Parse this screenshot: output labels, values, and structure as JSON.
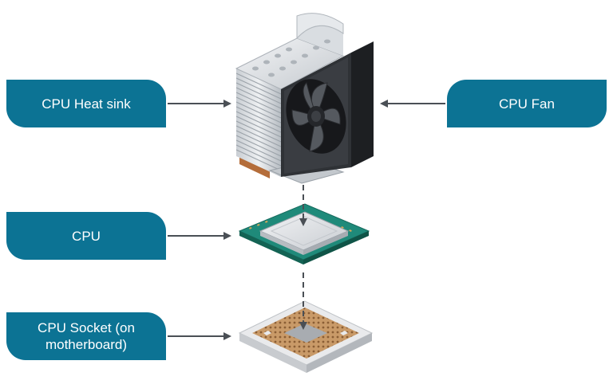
{
  "labels": {
    "heat_sink": "CPU Heat sink",
    "fan": "CPU Fan",
    "cpu": "CPU",
    "socket": "CPU Socket (on\nmotherboard)"
  },
  "colors": {
    "label_bg": "#0c7394",
    "label_text": "#ffffff",
    "arrow": "#4a4f55",
    "pcb_green": "#1f8a7a",
    "ihs_silver": "#dfe2e5",
    "fan_black": "#2a2c30",
    "socket_gold": "#b8895a"
  }
}
